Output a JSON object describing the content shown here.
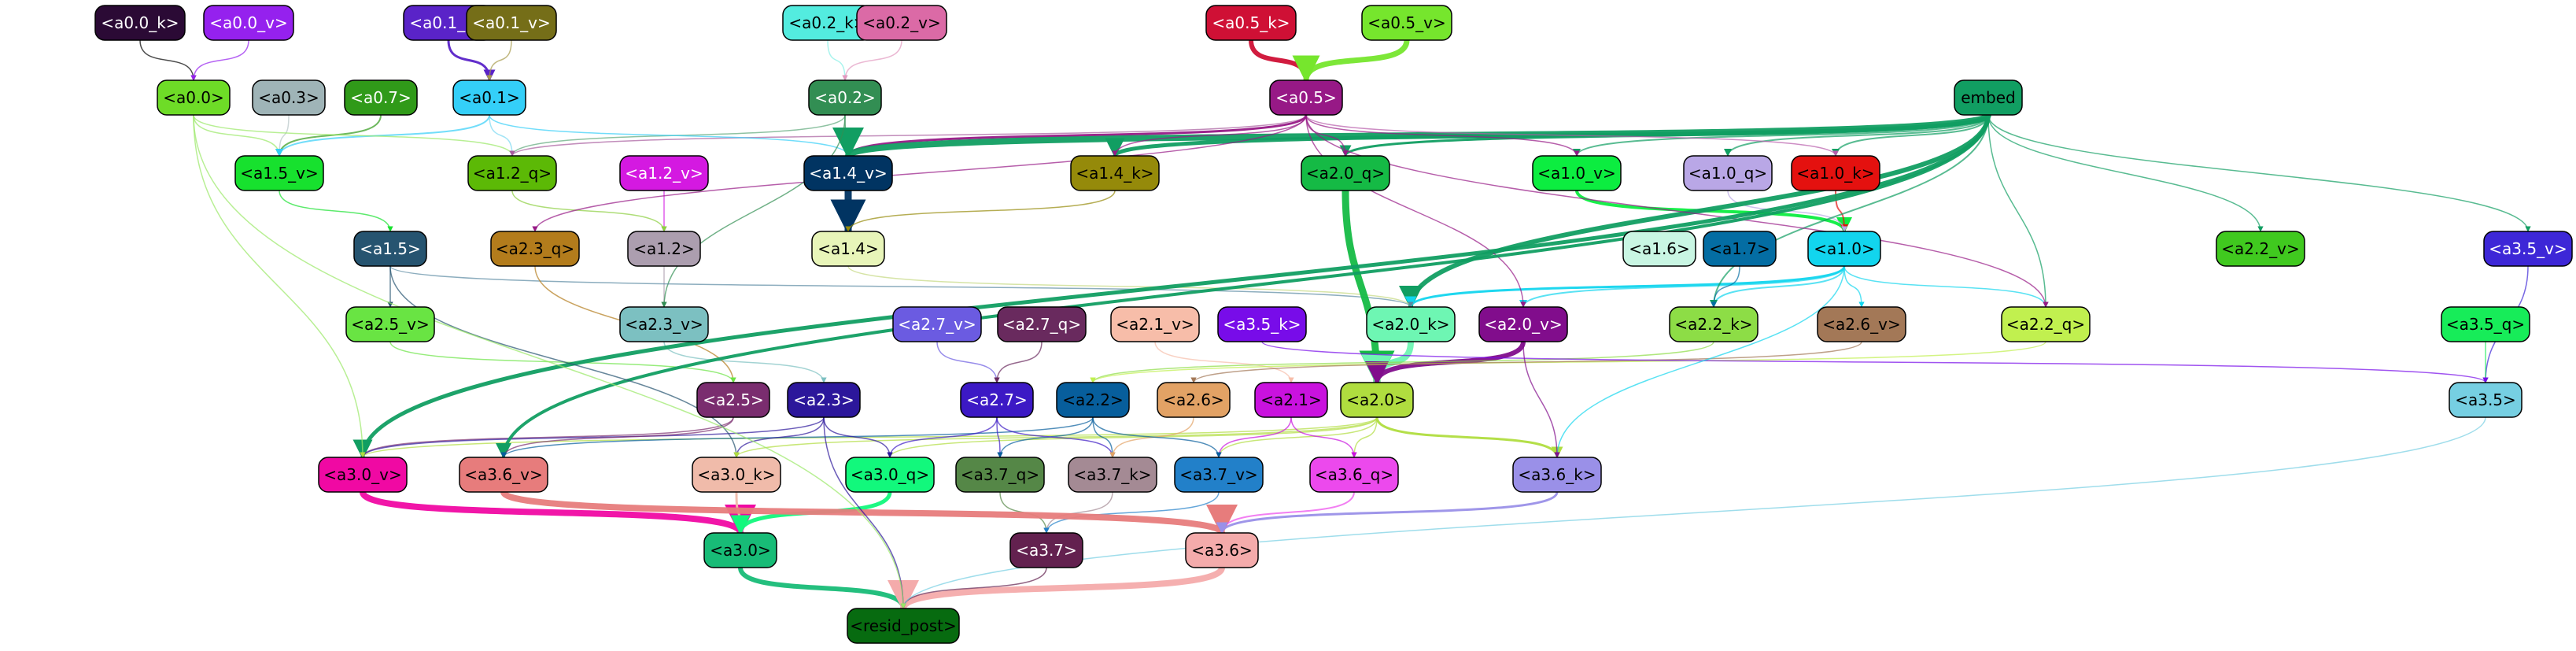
{
  "nodes": [
    {
      "id": "a0.0_k",
      "label": "<a0.0_k>",
      "color": "#2b0a35",
      "text": "#ffffff"
    },
    {
      "id": "a0.0_v",
      "label": "<a0.0_v>",
      "color": "#9521ee",
      "text": "#ffffff"
    },
    {
      "id": "a0.1_k",
      "label": "<a0.1_k>",
      "color": "#5a23c8",
      "text": "#ffffff"
    },
    {
      "id": "a0.1_v",
      "label": "<a0.1_v>",
      "color": "#756e18",
      "text": "#ffffff"
    },
    {
      "id": "a0.2_k",
      "label": "<a0.2_k>",
      "color": "#53ecdf",
      "text": "#000000"
    },
    {
      "id": "a0.2_v",
      "label": "<a0.2_v>",
      "color": "#db6aa6",
      "text": "#000000"
    },
    {
      "id": "a0.5_k",
      "label": "<a0.5_k>",
      "color": "#cf1035",
      "text": "#ffffff"
    },
    {
      "id": "a0.5_v",
      "label": "<a0.5_v>",
      "color": "#76e62d",
      "text": "#000000"
    },
    {
      "id": "a0.0",
      "label": "<a0.0>",
      "color": "#6edc27",
      "text": "#000000"
    },
    {
      "id": "a0.3",
      "label": "<a0.3>",
      "color": "#9fb4b7",
      "text": "#000000"
    },
    {
      "id": "a0.7",
      "label": "<a0.7>",
      "color": "#309a19",
      "text": "#ffffff"
    },
    {
      "id": "a0.1",
      "label": "<a0.1>",
      "color": "#34cff8",
      "text": "#000000"
    },
    {
      "id": "a0.2",
      "label": "<a0.2>",
      "color": "#328e53",
      "text": "#ffffff"
    },
    {
      "id": "a0.5",
      "label": "<a0.5>",
      "color": "#971986",
      "text": "#ffffff"
    },
    {
      "id": "embed",
      "label": "embed",
      "color": "#119e62",
      "text": "#000000"
    },
    {
      "id": "a1.5_v",
      "label": "<a1.5_v>",
      "color": "#17e12e",
      "text": "#000000"
    },
    {
      "id": "a1.2_q",
      "label": "<a1.2_q>",
      "color": "#5cb906",
      "text": "#000000"
    },
    {
      "id": "a1.2_v",
      "label": "<a1.2_v>",
      "color": "#d419e1",
      "text": "#ffffff"
    },
    {
      "id": "a1.4_v",
      "label": "<a1.4_v>",
      "color": "#013462",
      "text": "#ffffff"
    },
    {
      "id": "a1.4_k",
      "label": "<a1.4_k>",
      "color": "#958a0a",
      "text": "#000000"
    },
    {
      "id": "a2.0_q",
      "label": "<a2.0_q>",
      "color": "#15ba45",
      "text": "#000000"
    },
    {
      "id": "a1.0_v",
      "label": "<a1.0_v>",
      "color": "#0ced40",
      "text": "#000000"
    },
    {
      "id": "a1.0_q",
      "label": "<a1.0_q>",
      "color": "#b9a7e6",
      "text": "#000000"
    },
    {
      "id": "a1.0_k",
      "label": "<a1.0_k>",
      "color": "#e4110f",
      "text": "#000000"
    },
    {
      "id": "a1.5",
      "label": "<a1.5>",
      "color": "#265470",
      "text": "#ffffff"
    },
    {
      "id": "a2.3_q",
      "label": "<a2.3_q>",
      "color": "#b37c1c",
      "text": "#000000"
    },
    {
      "id": "a1.2",
      "label": "<a1.2>",
      "color": "#ac9eaf",
      "text": "#000000"
    },
    {
      "id": "a1.4",
      "label": "<a1.4>",
      "color": "#e8f5b9",
      "text": "#000000"
    },
    {
      "id": "a1.6",
      "label": "<a1.6>",
      "color": "#c9f6e3",
      "text": "#000000"
    },
    {
      "id": "a1.7",
      "label": "<a1.7>",
      "color": "#046da3",
      "text": "#000000"
    },
    {
      "id": "a1.0",
      "label": "<a1.0>",
      "color": "#12d5ee",
      "text": "#000000"
    },
    {
      "id": "a2.2_v",
      "label": "<a2.2_v>",
      "color": "#40c91f",
      "text": "#000000"
    },
    {
      "id": "a3.5_v",
      "label": "<a3.5_v>",
      "color": "#3d27d7",
      "text": "#ffffff"
    },
    {
      "id": "a2.5_v",
      "label": "<a2.5_v>",
      "color": "#69e443",
      "text": "#000000"
    },
    {
      "id": "a2.3_v",
      "label": "<a2.3_v>",
      "color": "#7cc0c1",
      "text": "#000000"
    },
    {
      "id": "a2.7_v",
      "label": "<a2.7_v>",
      "color": "#6b5be1",
      "text": "#ffffff"
    },
    {
      "id": "a2.7_q",
      "label": "<a2.7_q>",
      "color": "#692a5e",
      "text": "#ffffff"
    },
    {
      "id": "a2.1_v",
      "label": "<a2.1_v>",
      "color": "#f7bda9",
      "text": "#000000"
    },
    {
      "id": "a3.5_k",
      "label": "<a3.5_k>",
      "color": "#780ce9",
      "text": "#ffffff"
    },
    {
      "id": "a2.0_k",
      "label": "<a2.0_k>",
      "color": "#6ef6b3",
      "text": "#000000"
    },
    {
      "id": "a2.0_v",
      "label": "<a2.0_v>",
      "color": "#810d8c",
      "text": "#ffffff"
    },
    {
      "id": "a2.2_k",
      "label": "<a2.2_k>",
      "color": "#8ddd46",
      "text": "#000000"
    },
    {
      "id": "a2.6_v",
      "label": "<a2.6_v>",
      "color": "#a37857",
      "text": "#000000"
    },
    {
      "id": "a2.2_q",
      "label": "<a2.2_q>",
      "color": "#c1f04f",
      "text": "#000000"
    },
    {
      "id": "a3.5_q",
      "label": "<a3.5_q>",
      "color": "#17ec59",
      "text": "#000000"
    },
    {
      "id": "a2.5",
      "label": "<a2.5>",
      "color": "#7a2d6f",
      "text": "#ffffff"
    },
    {
      "id": "a2.3",
      "label": "<a2.3>",
      "color": "#2c179b",
      "text": "#ffffff"
    },
    {
      "id": "a2.7",
      "label": "<a2.7>",
      "color": "#3c19c5",
      "text": "#ffffff"
    },
    {
      "id": "a2.2",
      "label": "<a2.2>",
      "color": "#075e9c",
      "text": "#000000"
    },
    {
      "id": "a2.6",
      "label": "<a2.6>",
      "color": "#e2a265",
      "text": "#000000"
    },
    {
      "id": "a2.1",
      "label": "<a2.1>",
      "color": "#c912de",
      "text": "#000000"
    },
    {
      "id": "a2.0",
      "label": "<a2.0>",
      "color": "#b0dd3f",
      "text": "#000000"
    },
    {
      "id": "a3.5",
      "label": "<a3.5>",
      "color": "#76cfe2",
      "text": "#000000"
    },
    {
      "id": "a3.0_v",
      "label": "<a3.0_v>",
      "color": "#f009a3",
      "text": "#000000"
    },
    {
      "id": "a3.6_v",
      "label": "<a3.6_v>",
      "color": "#e77c7c",
      "text": "#000000"
    },
    {
      "id": "a3.0_k",
      "label": "<a3.0_k>",
      "color": "#f0bbaa",
      "text": "#000000"
    },
    {
      "id": "a3.0_q",
      "label": "<a3.0_q>",
      "color": "#12f87c",
      "text": "#000000"
    },
    {
      "id": "a3.7_q",
      "label": "<a3.7_q>",
      "color": "#558747",
      "text": "#000000"
    },
    {
      "id": "a3.7_k",
      "label": "<a3.7_k>",
      "color": "#a48a94",
      "text": "#000000"
    },
    {
      "id": "a3.7_v",
      "label": "<a3.7_v>",
      "color": "#2280c9",
      "text": "#000000"
    },
    {
      "id": "a3.6_q",
      "label": "<a3.6_q>",
      "color": "#ec49ed",
      "text": "#000000"
    },
    {
      "id": "a3.6_k",
      "label": "<a3.6_k>",
      "color": "#9a90e8",
      "text": "#000000"
    },
    {
      "id": "a3.0",
      "label": "<a3.0>",
      "color": "#18bc77",
      "text": "#000000"
    },
    {
      "id": "a3.7",
      "label": "<a3.7>",
      "color": "#63214f",
      "text": "#ffffff"
    },
    {
      "id": "a3.6",
      "label": "<a3.6>",
      "color": "#f4abab",
      "text": "#000000"
    },
    {
      "id": "resid_post",
      "label": "<resid_post>",
      "color": "#076b10",
      "text": "#000000"
    }
  ],
  "edges": [
    {
      "from": "a0.0_k",
      "to": "a0.0",
      "color": "#000000",
      "weight": 1.5
    },
    {
      "from": "a0.0_v",
      "to": "a0.0",
      "color": "#9521ee",
      "weight": 1.5
    },
    {
      "from": "a0.1_k",
      "to": "a0.1",
      "color": "#5a23c8",
      "weight": 3
    },
    {
      "from": "a0.1_v",
      "to": "a0.1",
      "color": "#a69a4c",
      "weight": 1.5
    },
    {
      "from": "a0.2_k",
      "to": "a0.2",
      "color": "#84efe5",
      "weight": 1.5
    },
    {
      "from": "a0.2_v",
      "to": "a0.2",
      "color": "#e39ac0",
      "weight": 1.5
    },
    {
      "from": "a0.5_k",
      "to": "a0.5",
      "color": "#cf1035",
      "weight": 6
    },
    {
      "from": "a0.5_v",
      "to": "a0.5",
      "color": "#76e62d",
      "weight": 7
    },
    {
      "from": "a0.3",
      "to": "a1.5_v",
      "color": "#b8c6c8",
      "weight": 1.5
    },
    {
      "from": "a0.7",
      "to": "a1.5_v",
      "color": "#309a19",
      "weight": 2
    },
    {
      "from": "a0.0",
      "to": "a1.5_v",
      "color": "#9ae866",
      "weight": 1.5
    },
    {
      "from": "a0.1",
      "to": "a1.5_v",
      "color": "#34cff8",
      "weight": 2
    },
    {
      "from": "a0.2",
      "to": "a1.2_q",
      "color": "#5ea87a",
      "weight": 1.5
    },
    {
      "from": "a0.0",
      "to": "a1.2_q",
      "color": "#9ae866",
      "weight": 1.5
    },
    {
      "from": "a0.1",
      "to": "a1.2_q",
      "color": "#7ad8f2",
      "weight": 1.5
    },
    {
      "from": "a0.5",
      "to": "a1.2_q",
      "color": "#a85c9e",
      "weight": 1.5
    },
    {
      "from": "a0.2",
      "to": "a1.4_v",
      "color": "#328e53",
      "weight": 1.5
    },
    {
      "from": "a0.5",
      "to": "a1.4_v",
      "color": "#971986",
      "weight": 3
    },
    {
      "from": "a0.1",
      "to": "a1.4_v",
      "color": "#34cff8",
      "weight": 1.5
    },
    {
      "from": "embed",
      "to": "a1.4_v",
      "color": "#119e62",
      "weight": 8
    },
    {
      "from": "embed",
      "to": "a1.4_k",
      "color": "#119e62",
      "weight": 5
    },
    {
      "from": "a0.5",
      "to": "a1.4_k",
      "color": "#971986",
      "weight": 1.5
    },
    {
      "from": "embed",
      "to": "a2.0_q",
      "color": "#119e62",
      "weight": 3
    },
    {
      "from": "a0.5",
      "to": "a2.0_q",
      "color": "#971986",
      "weight": 1.5
    },
    {
      "from": "embed",
      "to": "a1.0_v",
      "color": "#119e62",
      "weight": 2
    },
    {
      "from": "a0.5",
      "to": "a1.0_v",
      "color": "#971986",
      "weight": 1.5
    },
    {
      "from": "embed",
      "to": "a1.0_q",
      "color": "#119e62",
      "weight": 2
    },
    {
      "from": "embed",
      "to": "a1.0_k",
      "color": "#119e62",
      "weight": 2
    },
    {
      "from": "a0.5",
      "to": "a1.0_k",
      "color": "#b85cab",
      "weight": 1.5
    },
    {
      "from": "a1.0_v",
      "to": "a1.0",
      "color": "#0ced40",
      "weight": 4
    },
    {
      "from": "a1.0_k",
      "to": "a1.0",
      "color": "#e4110f",
      "weight": 2
    },
    {
      "from": "a1.0_q",
      "to": "a1.0",
      "color": "#b9a7e6",
      "weight": 1.5
    },
    {
      "from": "a1.2_v",
      "to": "a1.2",
      "color": "#d419e1",
      "weight": 1.5
    },
    {
      "from": "a1.2_q",
      "to": "a1.2",
      "color": "#8ccf3f",
      "weight": 1.5
    },
    {
      "from": "a1.4_v",
      "to": "a1.4",
      "color": "#013462",
      "weight": 9
    },
    {
      "from": "a1.4_k",
      "to": "a1.4",
      "color": "#958a0a",
      "weight": 1.5
    },
    {
      "from": "a1.5_v",
      "to": "a1.5",
      "color": "#17e12e",
      "weight": 1.5
    },
    {
      "from": "a0.5",
      "to": "a2.3_q",
      "color": "#971986",
      "weight": 1.5
    },
    {
      "from": "a1.5",
      "to": "a2.5_v",
      "color": "#265470",
      "weight": 1.5
    },
    {
      "from": "a1.2",
      "to": "a2.3_v",
      "color": "#ac9eaf",
      "weight": 1.5
    },
    {
      "from": "a0.2",
      "to": "a2.3_v",
      "color": "#328e53",
      "weight": 1.5
    },
    {
      "from": "embed",
      "to": "a2.0_k",
      "color": "#119e62",
      "weight": 6
    },
    {
      "from": "a1.0",
      "to": "a2.0_k",
      "color": "#12d5ee",
      "weight": 3
    },
    {
      "from": "a1.4",
      "to": "a2.0_k",
      "color": "#c5d880",
      "weight": 1.5
    },
    {
      "from": "a1.5",
      "to": "a2.0_k",
      "color": "#5b8aa2",
      "weight": 1.5
    },
    {
      "from": "a1.0",
      "to": "a2.0_v",
      "color": "#12d5ee",
      "weight": 2
    },
    {
      "from": "a0.5",
      "to": "a2.0_v",
      "color": "#971986",
      "weight": 1.5
    },
    {
      "from": "a1.0",
      "to": "a2.2_k",
      "color": "#12d5ee",
      "weight": 2
    },
    {
      "from": "embed",
      "to": "a2.2_k",
      "color": "#119e62",
      "weight": 2
    },
    {
      "from": "a1.7",
      "to": "a2.2_k",
      "color": "#046da3",
      "weight": 1.5
    },
    {
      "from": "a1.0",
      "to": "a2.6_v",
      "color": "#12d5ee",
      "weight": 1.5
    },
    {
      "from": "a1.0",
      "to": "a2.2_q",
      "color": "#12d5ee",
      "weight": 1.5
    },
    {
      "from": "embed",
      "to": "a2.2_q",
      "color": "#119e62",
      "weight": 1.5
    },
    {
      "from": "a0.5",
      "to": "a2.2_q",
      "color": "#971986",
      "weight": 1.5
    },
    {
      "from": "embed",
      "to": "a2.2_v",
      "color": "#119e62",
      "weight": 1.5
    },
    {
      "from": "embed",
      "to": "a3.5_v",
      "color": "#119e62",
      "weight": 1.5
    },
    {
      "from": "a2.0_q",
      "to": "a2.0",
      "color": "#15ba45",
      "weight": 9
    },
    {
      "from": "a2.0_k",
      "to": "a2.0",
      "color": "#6ef6b3",
      "weight": 8
    },
    {
      "from": "a2.0_v",
      "to": "a2.0",
      "color": "#810d8c",
      "weight": 6
    },
    {
      "from": "a2.7_v",
      "to": "a2.7",
      "color": "#6b5be1",
      "weight": 1.5
    },
    {
      "from": "a2.7_q",
      "to": "a2.7",
      "color": "#692a5e",
      "weight": 1.5
    },
    {
      "from": "a2.3_v",
      "to": "a2.3",
      "color": "#7cc0c1",
      "weight": 1.5
    },
    {
      "from": "a2.3_q",
      "to": "a2.5",
      "color": "#b37c1c",
      "weight": 1.5
    },
    {
      "from": "a2.5_v",
      "to": "a2.5",
      "color": "#69e443",
      "weight": 1.5
    },
    {
      "from": "a2.1_v",
      "to": "a2.1",
      "color": "#f7bda9",
      "weight": 1.5
    },
    {
      "from": "a2.2_k",
      "to": "a2.2",
      "color": "#8ddd46",
      "weight": 1.5
    },
    {
      "from": "a2.2_q",
      "to": "a2.2",
      "color": "#c1f04f",
      "weight": 1.5
    },
    {
      "from": "a2.6_v",
      "to": "a2.6",
      "color": "#a37857",
      "weight": 1.5
    },
    {
      "from": "a3.5_v",
      "to": "a3.5",
      "color": "#3d27d7",
      "weight": 1.5
    },
    {
      "from": "a3.5_q",
      "to": "a3.5",
      "color": "#17ec59",
      "weight": 1.5
    },
    {
      "from": "a3.5_k",
      "to": "a3.5",
      "color": "#780ce9",
      "weight": 1.5
    },
    {
      "from": "embed",
      "to": "a3.0_v",
      "color": "#119e62",
      "weight": 5
    },
    {
      "from": "a0.0",
      "to": "a3.0_v",
      "color": "#9ae866",
      "weight": 1.5
    },
    {
      "from": "a2.5",
      "to": "a3.0_v",
      "color": "#7a2d6f",
      "weight": 1.5
    },
    {
      "from": "a2.3",
      "to": "a3.0_v",
      "color": "#2c179b",
      "weight": 1.5
    },
    {
      "from": "a2.0",
      "to": "a3.0_v",
      "color": "#b0dd3f",
      "weight": 1.5
    },
    {
      "from": "embed",
      "to": "a3.6_v",
      "color": "#119e62",
      "weight": 4
    },
    {
      "from": "a2.5",
      "to": "a3.6_v",
      "color": "#7a2d6f",
      "weight": 1.5
    },
    {
      "from": "a2.2",
      "to": "a3.6_v",
      "color": "#075e9c",
      "weight": 1.5
    },
    {
      "from": "a1.5",
      "to": "a3.0_k",
      "color": "#265470",
      "weight": 1.5
    },
    {
      "from": "a2.3",
      "to": "a3.0_k",
      "color": "#2c179b",
      "weight": 1.5
    },
    {
      "from": "a2.0",
      "to": "a3.0_k",
      "color": "#b0dd3f",
      "weight": 1.5
    },
    {
      "from": "a2.7",
      "to": "a3.0_q",
      "color": "#3c19c5",
      "weight": 1.5
    },
    {
      "from": "a2.0",
      "to": "a3.0_q",
      "color": "#b0dd3f",
      "weight": 1.5
    },
    {
      "from": "a2.3",
      "to": "a3.0_q",
      "color": "#2c179b",
      "weight": 1.5
    },
    {
      "from": "a2.7",
      "to": "a3.7_q",
      "color": "#3c19c5",
      "weight": 1.5
    },
    {
      "from": "a2.2",
      "to": "a3.7_q",
      "color": "#075e9c",
      "weight": 1.5
    },
    {
      "from": "a2.7",
      "to": "a3.7_k",
      "color": "#3c19c5",
      "weight": 1.5
    },
    {
      "from": "a2.2",
      "to": "a3.7_k",
      "color": "#075e9c",
      "weight": 1.5
    },
    {
      "from": "a2.6",
      "to": "a3.7_k",
      "color": "#e2a265",
      "weight": 1.5
    },
    {
      "from": "a2.0",
      "to": "a3.7_v",
      "color": "#b0dd3f",
      "weight": 1.5
    },
    {
      "from": "a2.1",
      "to": "a3.7_v",
      "color": "#c912de",
      "weight": 1.5
    },
    {
      "from": "a2.2",
      "to": "a3.7_v",
      "color": "#075e9c",
      "weight": 1.5
    },
    {
      "from": "a2.0",
      "to": "a3.6_q",
      "color": "#b0dd3f",
      "weight": 1.5
    },
    {
      "from": "a2.1",
      "to": "a3.6_q",
      "color": "#c912de",
      "weight": 1.5
    },
    {
      "from": "a2.0",
      "to": "a3.6_k",
      "color": "#b0dd3f",
      "weight": 3
    },
    {
      "from": "a1.0",
      "to": "a3.6_k",
      "color": "#12d5ee",
      "weight": 1.5
    },
    {
      "from": "a2.0_v",
      "to": "a3.6_k",
      "color": "#810d8c",
      "weight": 1.5
    },
    {
      "from": "a3.0_v",
      "to": "a3.0",
      "color": "#f009a3",
      "weight": 8
    },
    {
      "from": "a3.0_k",
      "to": "a3.0",
      "color": "#f0bbaa",
      "weight": 3
    },
    {
      "from": "a3.0_q",
      "to": "a3.0",
      "color": "#12f87c",
      "weight": 5
    },
    {
      "from": "a3.7_q",
      "to": "a3.7",
      "color": "#558747",
      "weight": 1.5
    },
    {
      "from": "a3.7_k",
      "to": "a3.7",
      "color": "#a48a94",
      "weight": 1.5
    },
    {
      "from": "a3.7_v",
      "to": "a3.7",
      "color": "#2280c9",
      "weight": 1.5
    },
    {
      "from": "a3.6_v",
      "to": "a3.6",
      "color": "#e77c7c",
      "weight": 8
    },
    {
      "from": "a3.6_q",
      "to": "a3.6",
      "color": "#ec49ed",
      "weight": 2
    },
    {
      "from": "a3.6_k",
      "to": "a3.6",
      "color": "#9a90e8",
      "weight": 3
    },
    {
      "from": "a3.0",
      "to": "resid_post",
      "color": "#18bc77",
      "weight": 6
    },
    {
      "from": "a3.6",
      "to": "resid_post",
      "color": "#f4abab",
      "weight": 8
    },
    {
      "from": "a3.7",
      "to": "resid_post",
      "color": "#63214f",
      "weight": 1.5
    },
    {
      "from": "a3.5",
      "to": "resid_post",
      "color": "#76cfe2",
      "weight": 1.5
    },
    {
      "from": "a2.3",
      "to": "resid_post",
      "color": "#2c179b",
      "weight": 1.5
    },
    {
      "from": "a0.0",
      "to": "resid_post",
      "color": "#9ae866",
      "weight": 1.5
    }
  ]
}
